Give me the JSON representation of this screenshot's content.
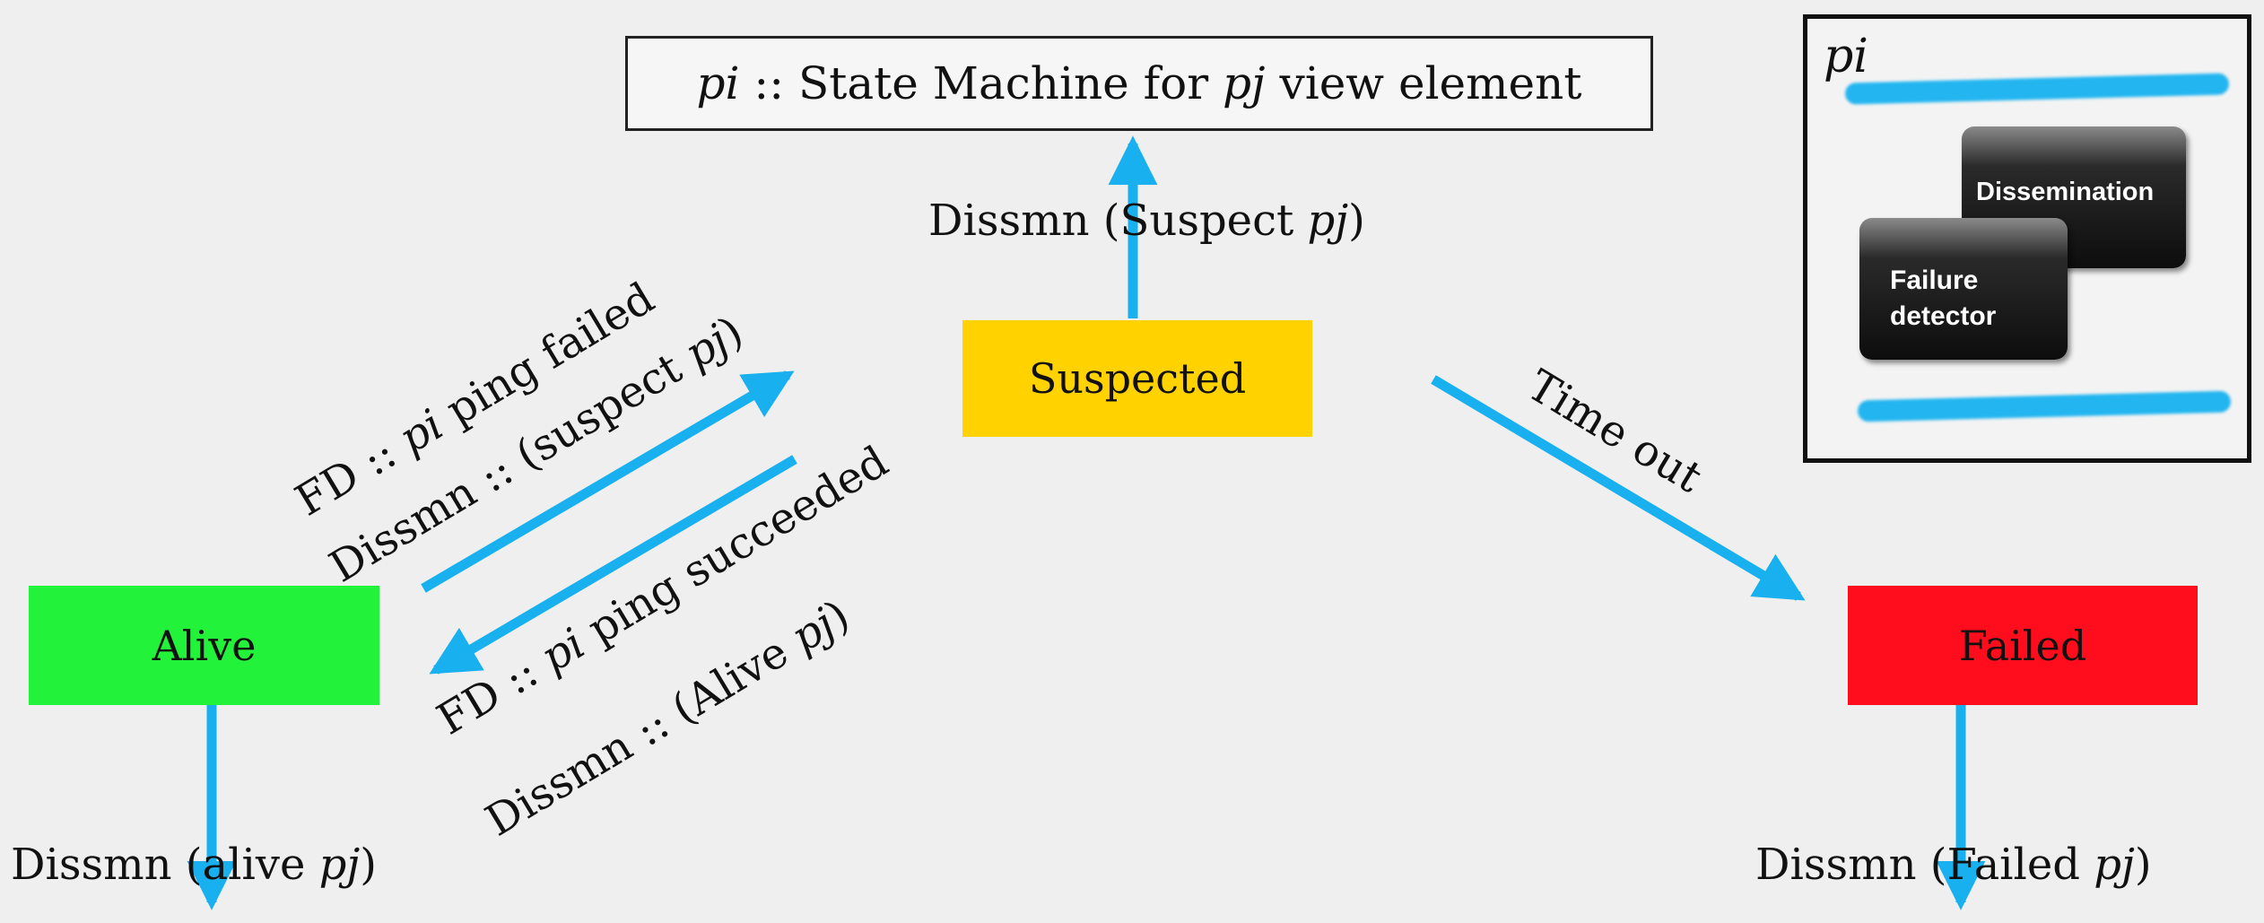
{
  "title": {
    "pi": "pi",
    "text": " :: State Machine for ",
    "pj": "pj",
    "suffix": " view element"
  },
  "states": {
    "alive": {
      "label": "Alive",
      "color": "#22f23a"
    },
    "suspected": {
      "label": "Suspected",
      "color": "#ffd200"
    },
    "failed": {
      "label": "Failed",
      "color": "#ff0d1c"
    }
  },
  "labels": {
    "suspect_up": {
      "prefix": "Dissmn  (Suspect ",
      "pj": "pj",
      "suffix": ")"
    },
    "fd_failed": {
      "prefix": "FD :: ",
      "pi": "pi",
      "suffix": " ping failed"
    },
    "dissmn_suspect": {
      "prefix": "Dissmn :: (suspect ",
      "pj": "pj",
      "suffix": ")"
    },
    "fd_succeeded": {
      "prefix": "FD :: ",
      "pi": "pi",
      "suffix": " ping succeeded"
    },
    "dissmn_alive": {
      "prefix": "Dissmn :: (Alive ",
      "pj": "pj",
      "suffix": ")"
    },
    "time_out": "Time out",
    "alive_down": {
      "prefix": "Dissmn  (alive ",
      "pj": "pj",
      "suffix": ")"
    },
    "failed_down": {
      "prefix": "Dissmn  (Failed ",
      "pj": "pj",
      "suffix": ")"
    }
  },
  "inset": {
    "title": "pi",
    "dissemination": "Dissemination",
    "failure_line1": "Failure",
    "failure_line2": "detector"
  },
  "colors": {
    "arrow": "#18b0ee",
    "inset_stroke": "#22b5f0"
  }
}
